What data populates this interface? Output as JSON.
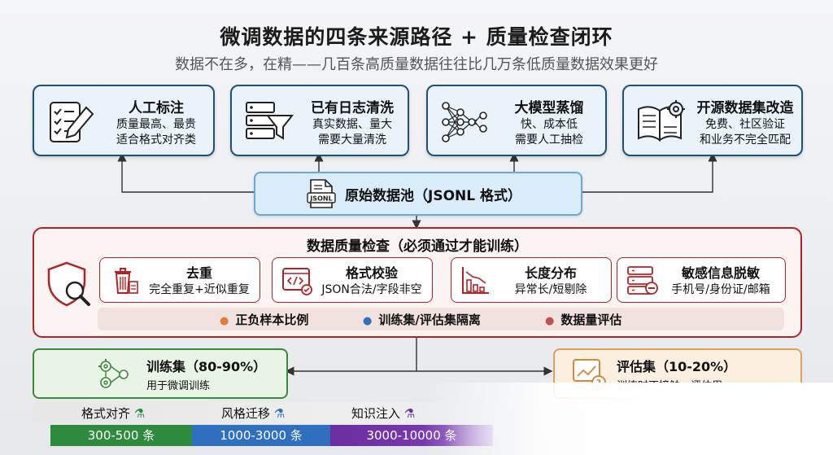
{
  "header": {
    "title": "微调数据的四条来源路径 + 质量检查闭环",
    "subtitle": "数据不在多，在精——几百条高质量数据往往比几万条低质量数据效果更好"
  },
  "sources": [
    {
      "title": "人工标注",
      "line1": "质量最高、最贵",
      "line2": "适合格式对齐类",
      "icon": "annotation-checklist-pen-icon"
    },
    {
      "title": "已有日志清洗",
      "line1": "真实数据、量大",
      "line2": "需要大量清洗",
      "icon": "server-funnel-icon"
    },
    {
      "title": "大模型蒸馏",
      "line1": "快、成本低",
      "line2": "需要人工抽检",
      "icon": "neural-network-icon"
    },
    {
      "title": "开源数据集改造",
      "line1": "免费、社区验证",
      "line2": "和业务不完全匹配",
      "icon": "book-gear-icon"
    }
  ],
  "pool": {
    "label": "原始数据池（JSONL 格式）",
    "icon_label": "JSONL"
  },
  "quality": {
    "title": "数据质量检查（必须通过才能训练）",
    "checks": [
      {
        "title": "去重",
        "desc": "完全重复+近似重复",
        "icon": "trash-icon"
      },
      {
        "title": "格式校验",
        "desc": "JSON合法/字段非空",
        "icon": "code-check-icon"
      },
      {
        "title": "长度分布",
        "desc": "异常长/短剔除",
        "icon": "bar-chart-icon"
      },
      {
        "title": "敏感信息脱敏",
        "desc": "手机号/身份证/邮箱",
        "icon": "server-minus-icon"
      }
    ],
    "extra": [
      {
        "label": "正负样本比例",
        "color": "#e07b39"
      },
      {
        "label": "训练集/评估集隔离",
        "color": "#2f6fc0"
      },
      {
        "label": "数据量评估",
        "color": "#c0504d"
      }
    ]
  },
  "train": {
    "title": "训练集（80-90%）",
    "desc": "用于微调训练"
  },
  "eval": {
    "title": "评估集（10-20%）",
    "desc": "训练时不接触，评估用"
  },
  "volume": [
    {
      "label": "格式对齐",
      "count": "300-500 条",
      "color": "#2e8b3e"
    },
    {
      "label": "风格迁移",
      "count": "1000-3000 条",
      "color": "#2f6fc0"
    },
    {
      "label": "知识注入",
      "count": "3000-10000 条",
      "color": "#6a2ea0"
    }
  ],
  "colors": {
    "navy": "#1f4e79",
    "red": "#b22222",
    "green": "#3a8a3a",
    "orange": "#e0a15a"
  }
}
